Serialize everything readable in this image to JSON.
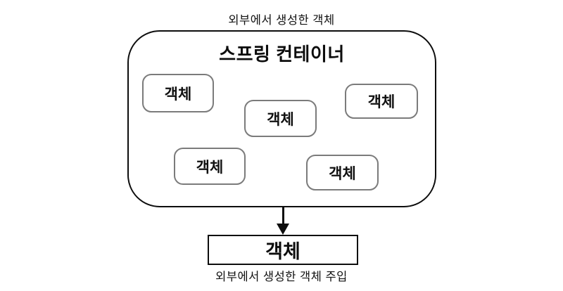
{
  "diagram": {
    "top_label": "외부에서 생성한 객체",
    "container": {
      "title": "스프링 컨테이너",
      "objects": [
        {
          "label": "객체"
        },
        {
          "label": "객체"
        },
        {
          "label": "객체"
        },
        {
          "label": "객체"
        },
        {
          "label": "객체"
        }
      ]
    },
    "injected_object_label": "객체",
    "bottom_label": "외부에서 생성한 객체 주입",
    "colors": {
      "outline": "#0d0d0d",
      "inner_box_border": "#7b7b7b",
      "background": "#ffffff",
      "text": "#111111"
    }
  }
}
